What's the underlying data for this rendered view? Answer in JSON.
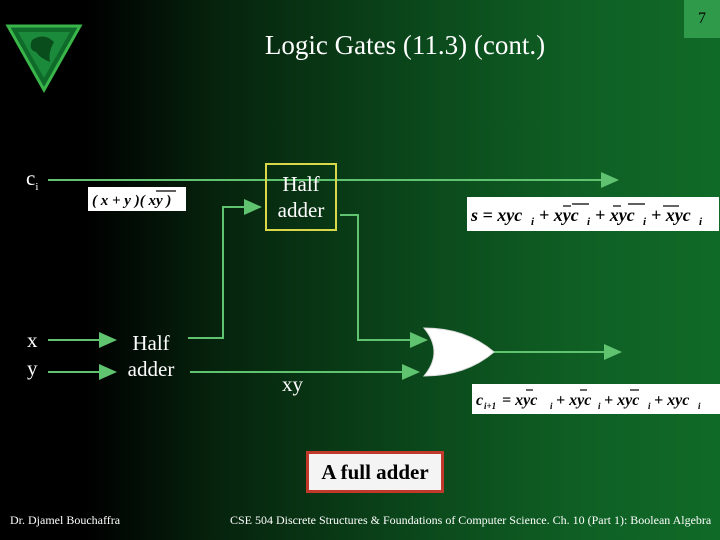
{
  "slide": {
    "title": "Logic Gates (11.3) (cont.)",
    "page_number": "7"
  },
  "inputs": {
    "ci": "c",
    "ci_sub": "i",
    "x": "x",
    "y": "y"
  },
  "half_adder_top": {
    "line1": "Half",
    "line2": "adder"
  },
  "half_adder_bottom": {
    "line1": "Half",
    "line2": "adder"
  },
  "labels": {
    "xy": "xy",
    "full_adder": "A full adder"
  },
  "footer": {
    "author": "Dr. Djamel Bouchaffra",
    "course": "CSE 504 Discrete Structures & Foundations of Computer Science. Ch. 10 (Part 1): Boolean Algebra"
  },
  "colors": {
    "wire": "#5fc36f",
    "half_adder_border": "#d8d84a",
    "full_adder_border": "#c0392b",
    "page_badge": "#2f9a4a"
  }
}
